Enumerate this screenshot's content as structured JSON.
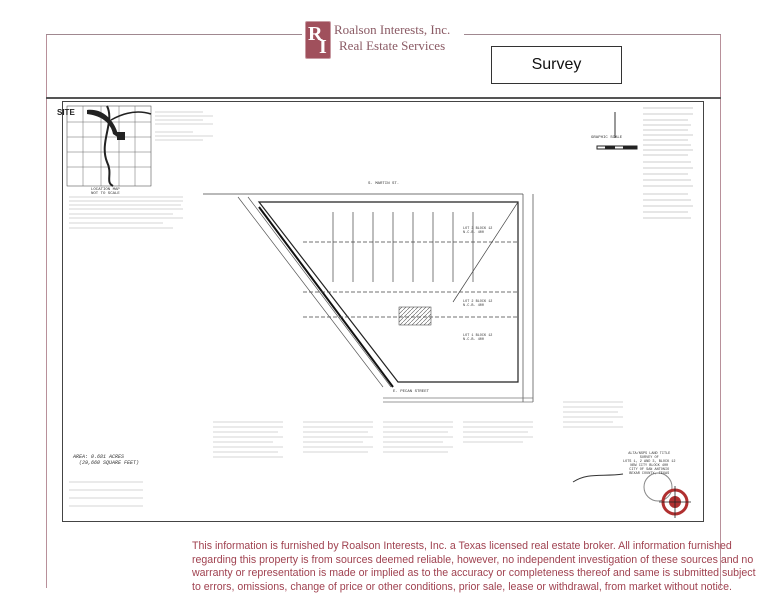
{
  "header": {
    "logo_letters": "RI",
    "company_name": "Roalson Interests, Inc.",
    "company_tagline": "Real Estate Services",
    "document_label": "Survey"
  },
  "survey": {
    "site_label": "SITE",
    "location_map_label": "LOCATION MAP",
    "location_map_note": "NOT TO SCALE",
    "graphic_scale_label": "GRAPHIC SCALE",
    "north_street": "S. MARTIN ST.",
    "south_street": "E. PECAN STREET",
    "lots": [
      "LOT 1 BLOCK 12 N.C.B. 400",
      "LOT 2 BLOCK 12 N.C.B. 400",
      "LOT 3 BLOCK 12 N.C.B. 400"
    ],
    "area_line1": "AREA: 0.681 ACRES",
    "area_line2": "(29,660 SQUARE FEET)",
    "title_block": [
      "ALTA/NSPS LAND TITLE",
      "SURVEY OF",
      "LOTS 1, 2 AND 3, BLOCK 12",
      "NEW CITY BLOCK 400",
      "CITY OF SAN ANTONIO",
      "BEXAR COUNTY, TEXAS"
    ]
  },
  "footer": {
    "lines": [
      "This information is furnished by Roalson Interests, Inc. a Texas licensed real estate broker.  All information furnished",
      "regarding this property is from sources deemed reliable, however, no independent investigation of these sources and no",
      "warranty or representation is made or implied as to the accuracy or completeness thereof and same is submitted subject",
      "to errors, omissions, change of price or other conditions, prior sale, lease or withdrawal, from market without notice."
    ]
  },
  "colors": {
    "brand": "#a0505c",
    "disclaimer": "#a04250"
  }
}
